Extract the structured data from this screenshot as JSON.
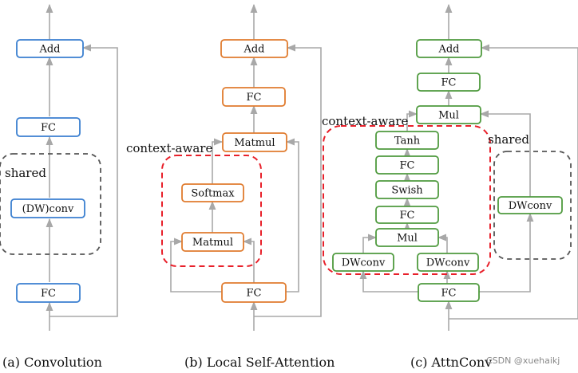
{
  "colors": {
    "blue": "#3a7fd0",
    "orange": "#e07b2e",
    "green": "#4f9a3e",
    "arrow": "#a8a8a8",
    "red_dash": "#e8202a",
    "gray_dash": "#555555"
  },
  "panel_a": {
    "caption": "(a) Convolution",
    "add": "Add",
    "fc_top": "FC",
    "conv": "(DW)conv",
    "fc_bottom": "FC",
    "shared": "shared"
  },
  "panel_b": {
    "caption": "(b) Local Self-Attention",
    "add": "Add",
    "fc_top": "FC",
    "matmul_top": "Matmul",
    "softmax": "Softmax",
    "matmul_inner": "Matmul",
    "fc_bottom": "FC",
    "context_aware": "context-aware"
  },
  "panel_c": {
    "caption": "(c) AttnConv",
    "add": "Add",
    "fc_top": "FC",
    "mul_top": "Mul",
    "tanh": "Tanh",
    "fc_mid_upper": "FC",
    "swish": "Swish",
    "fc_mid_lower": "FC",
    "mul_inner": "Mul",
    "dwconv_left": "DWconv",
    "dwconv_right": "DWconv",
    "dwconv_shared": "DWconv",
    "fc_bottom": "FC",
    "context_aware": "context-aware",
    "shared": "shared"
  },
  "watermark": "CSDN @xuehaikj"
}
